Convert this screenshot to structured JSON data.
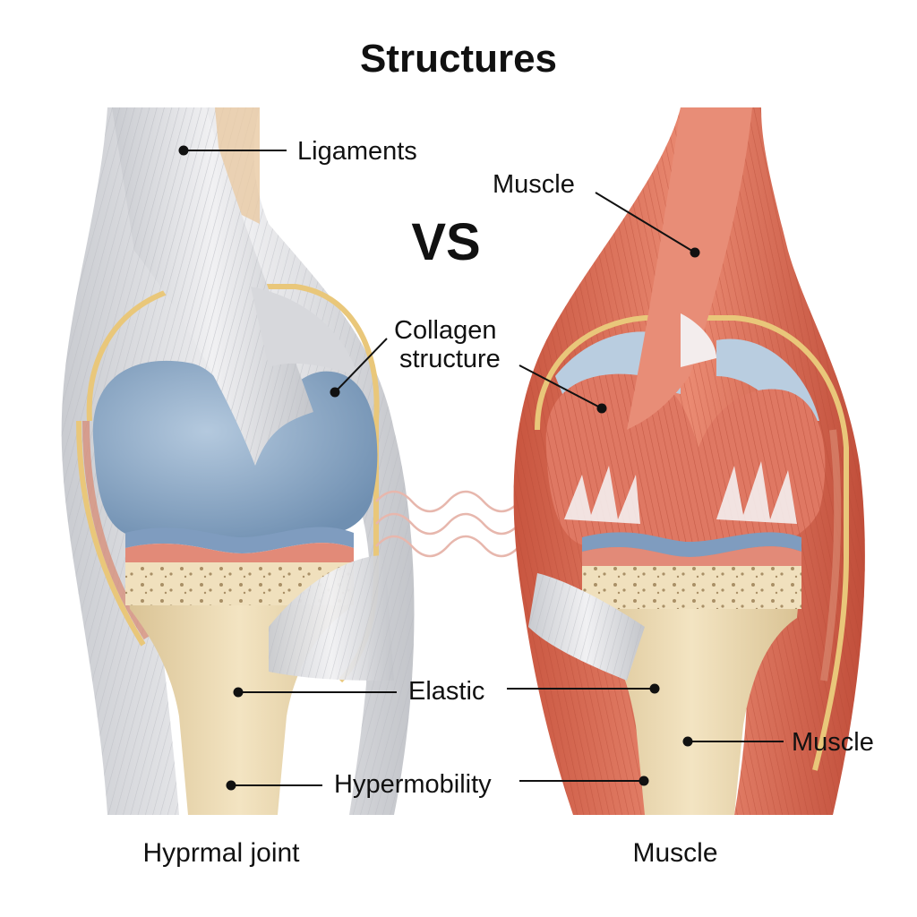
{
  "title": "Structures",
  "vs": "VS",
  "labels": {
    "ligaments": "Ligaments",
    "muscle_top": "Muscle",
    "collagen_line1": "Collagen",
    "collagen_line2": "structure",
    "elastic": "Elastic",
    "hypermobility": "Hypermobility",
    "muscle_right": "Muscle"
  },
  "captions": {
    "left": "Hyprmal joint",
    "right": "Muscle"
  },
  "colors": {
    "ligament": "#dcdde0",
    "cartilage_blue": "#8fa9c4",
    "bone": "#ecd9b0",
    "muscle": "#d86a55",
    "synovial_line": "#e9c77a"
  }
}
